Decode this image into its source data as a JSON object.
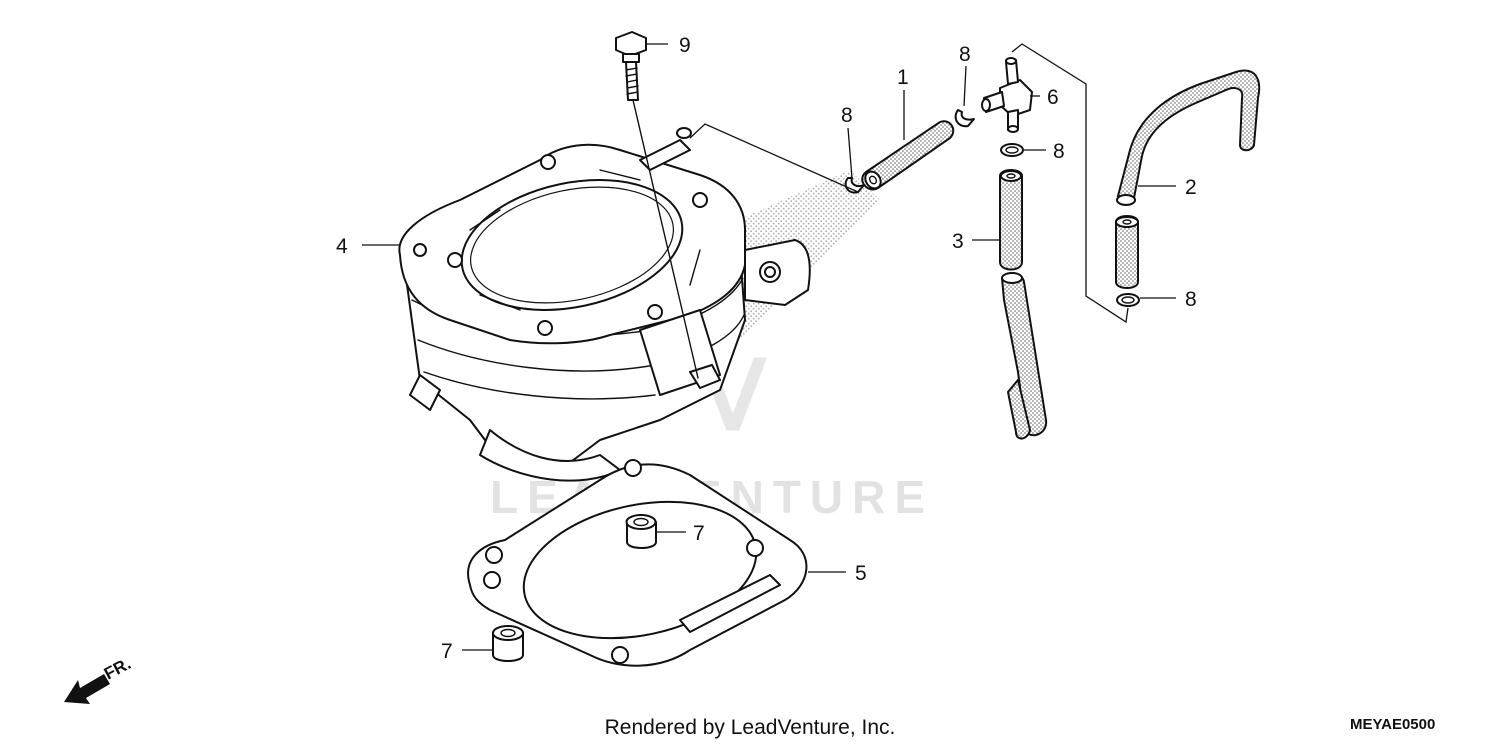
{
  "callouts": {
    "c1": "1",
    "c2": "2",
    "c3": "3",
    "c4": "4",
    "c5": "5",
    "c6": "6",
    "c7a": "7",
    "c7b": "7",
    "c8a": "8",
    "c8b": "8",
    "c8c": "8",
    "c8d": "8",
    "c9": "9"
  },
  "front_marker": "FR.",
  "watermark": "LEADVENTURE",
  "footer": {
    "credit": "Rendered by LeadVenture, Inc.",
    "diagram_code": "MEYAE0500"
  },
  "colors": {
    "ink": "#111111",
    "watermark": "#e2e2e2",
    "stipple": "#a8a8a8"
  }
}
